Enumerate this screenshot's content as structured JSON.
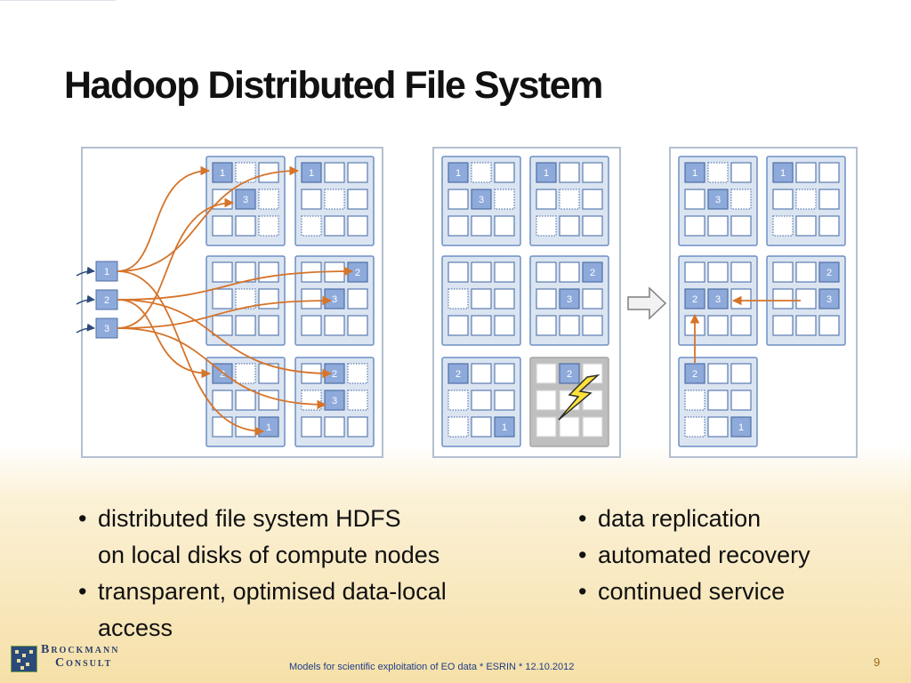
{
  "slide": {
    "title": "Hadoop Distributed File System",
    "footer": "Models for scientific exploitation of EO data * ESRIN * 12.10.2012",
    "page_number": "9"
  },
  "logo": {
    "line1": "Brockmann",
    "line2": "Consult"
  },
  "bullets_left": [
    {
      "line1": "distributed file system HDFS",
      "line2": "on local disks of compute nodes"
    },
    {
      "line1": "transparent, optimised data-local",
      "line2": "access"
    }
  ],
  "bullets_right": [
    {
      "line1": "data replication"
    },
    {
      "line1": "automated recovery"
    },
    {
      "line1": "continued service"
    }
  ],
  "colors": {
    "block_fill": "#8eaadb",
    "node_fill": "#dbe5f1",
    "node_border": "#6d8fc5",
    "arrow": "#d5742a",
    "failed_node": "#bfbfbf",
    "lightning": "#ffe23a"
  },
  "diagram": {
    "incoming_file_blocks": [
      "1",
      "2",
      "3"
    ],
    "panels": [
      {
        "name": "initial-distribution",
        "nodes": [
          {
            "cells": [
              [
                "1",
                "+",
                ""
              ],
              [
                "",
                "3",
                "+"
              ],
              [
                "",
                "",
                "+"
              ]
            ]
          },
          {
            "cells": [
              [
                "1",
                "",
                ""
              ],
              [
                "",
                "+",
                ""
              ],
              [
                "+",
                "",
                ""
              ]
            ]
          },
          {
            "cells": [
              [
                "",
                "",
                ""
              ],
              [
                "",
                "+",
                ""
              ],
              [
                "",
                "",
                ""
              ]
            ]
          },
          {
            "cells": [
              [
                "",
                "",
                "2"
              ],
              [
                "",
                "3",
                ""
              ],
              [
                "",
                "",
                ""
              ]
            ]
          },
          {
            "cells": [
              [
                "2",
                "+",
                ""
              ],
              [
                "",
                "",
                ""
              ],
              [
                "",
                "",
                "1"
              ]
            ]
          },
          {
            "cells": [
              [
                "",
                "2",
                "+"
              ],
              [
                "+",
                "3",
                "+"
              ],
              [
                "",
                "",
                ""
              ]
            ]
          }
        ]
      },
      {
        "name": "node-failure",
        "nodes": [
          {
            "cells": [
              [
                "1",
                "+",
                ""
              ],
              [
                "",
                "3",
                "+"
              ],
              [
                "",
                "",
                ""
              ]
            ]
          },
          {
            "cells": [
              [
                "1",
                "",
                ""
              ],
              [
                "",
                "+",
                ""
              ],
              [
                "+",
                "",
                ""
              ]
            ]
          },
          {
            "cells": [
              [
                "",
                "",
                ""
              ],
              [
                "+",
                "",
                ""
              ],
              [
                "",
                "",
                ""
              ]
            ]
          },
          {
            "cells": [
              [
                "",
                "",
                "2"
              ],
              [
                "",
                "3",
                ""
              ],
              [
                "",
                "",
                ""
              ]
            ]
          },
          {
            "cells": [
              [
                "2",
                "",
                ""
              ],
              [
                "+",
                "",
                ""
              ],
              [
                "+",
                "",
                "1"
              ]
            ]
          },
          {
            "failed": true,
            "cells": [
              [
                "",
                "2",
                ""
              ],
              [
                "",
                "",
                ""
              ],
              [
                "",
                "",
                ""
              ]
            ]
          }
        ]
      },
      {
        "name": "recovered",
        "nodes": [
          {
            "cells": [
              [
                "1",
                "+",
                ""
              ],
              [
                "",
                "3",
                "+"
              ],
              [
                "",
                "",
                ""
              ]
            ]
          },
          {
            "cells": [
              [
                "1",
                "",
                ""
              ],
              [
                "",
                "+",
                ""
              ],
              [
                "+",
                "",
                ""
              ]
            ]
          },
          {
            "cells": [
              [
                "",
                "",
                ""
              ],
              [
                "2",
                "3",
                ""
              ],
              [
                "",
                "",
                ""
              ]
            ]
          },
          {
            "cells": [
              [
                "",
                "",
                "2"
              ],
              [
                "",
                "",
                "3"
              ],
              [
                "",
                "",
                ""
              ]
            ]
          },
          {
            "cells": [
              [
                "2",
                "",
                ""
              ],
              [
                "+",
                "",
                ""
              ],
              [
                "+",
                "",
                "1"
              ]
            ]
          }
        ]
      }
    ]
  }
}
